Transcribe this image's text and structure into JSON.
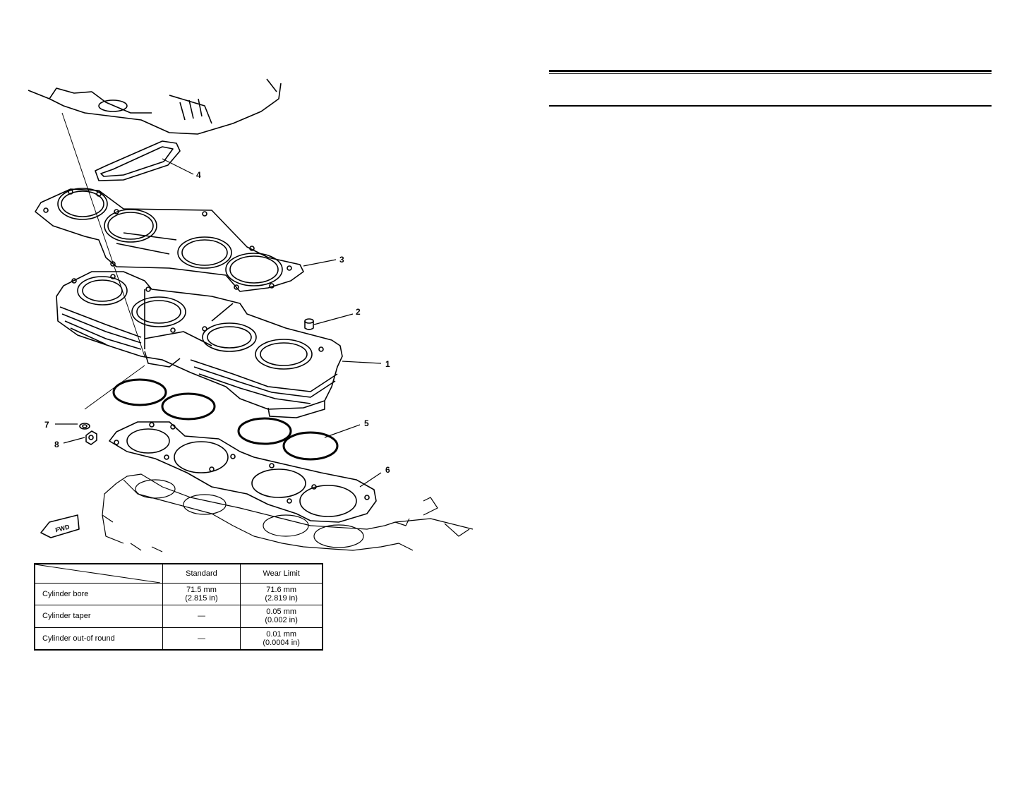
{
  "callouts": [
    "1",
    "2",
    "3",
    "4",
    "5",
    "6",
    "7",
    "8"
  ],
  "fwd_marker": "FWD",
  "spec_table": {
    "headers": [
      "Standard",
      "Wear Limit"
    ],
    "rows": [
      {
        "label": "Cylinder bore",
        "standard": "71.5 mm\n(2.815 in)",
        "wear_limit": "71.6 mm\n(2.819 in)"
      },
      {
        "label": "Cylinder taper",
        "standard": "—",
        "wear_limit": "0.05 mm\n(0.002 in)"
      },
      {
        "label": "Cylinder out-of round",
        "standard": "—",
        "wear_limit": "0.01 mm\n(0.0004 in)"
      }
    ]
  }
}
